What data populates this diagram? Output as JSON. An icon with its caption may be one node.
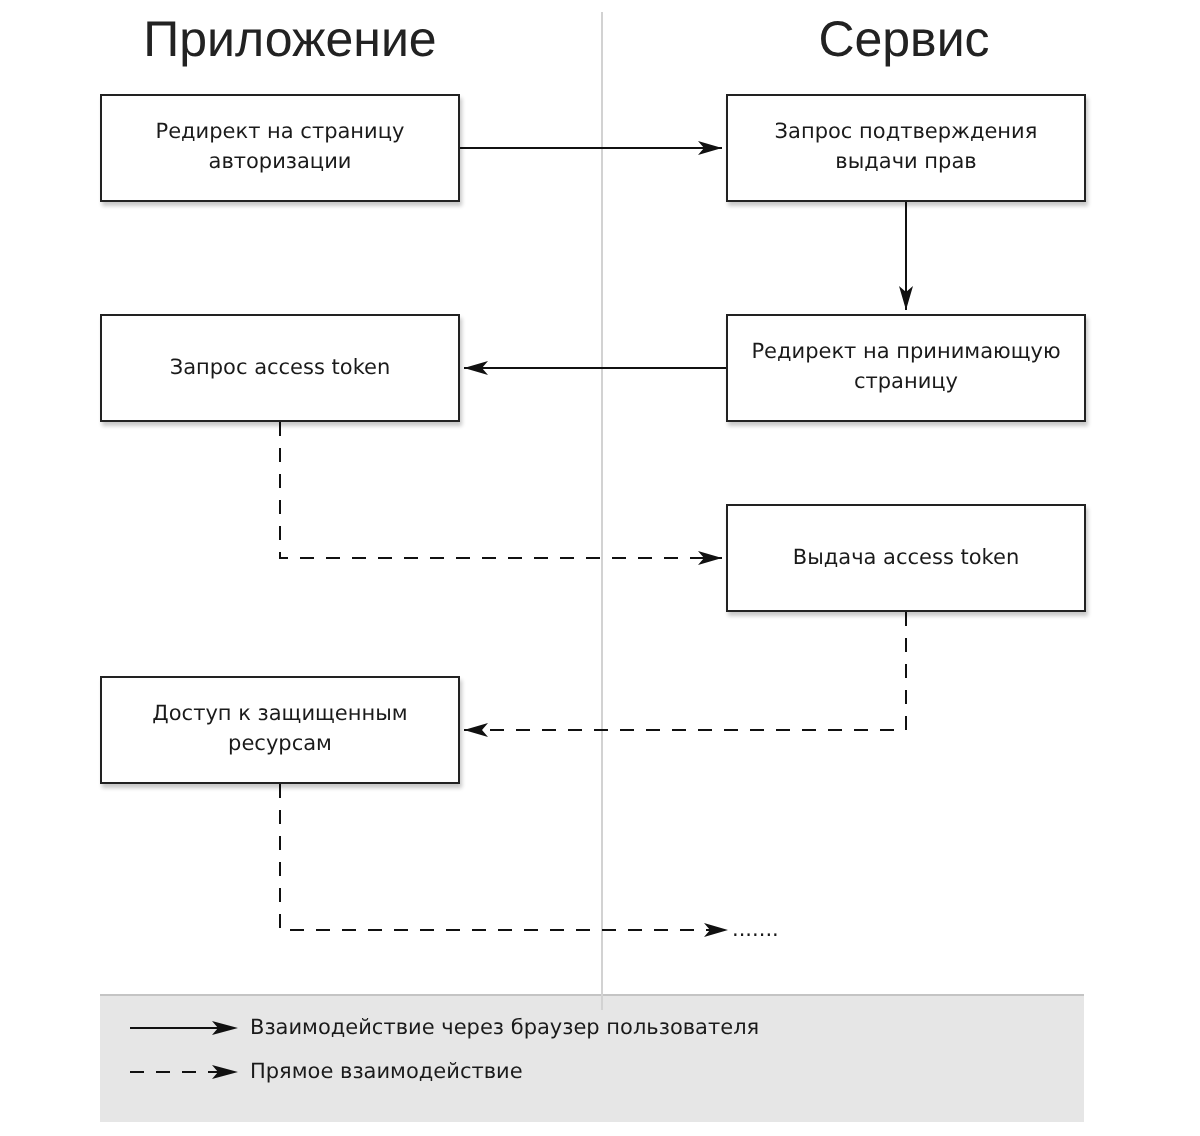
{
  "diagram": {
    "nodes": [
      {
        "text": [
          "Редирект на страницу авторизации"
        ]
      },
      {
        "text": [
          "Запрос подтверждения выдачи прав"
        ]
      },
      {
        "text": [
          "Запрос access token"
        ]
      },
      {
        "text": [
          "Редирект на принимающую страницу"
        ]
      },
      {
        "text": [
          "Выдача access token"
        ]
      },
      {
        "text": [
          "Доступ к защищенным ресурсам"
        ]
      },
      {
        "text": [
          "......."
        ]
      }
    ],
    "edges": [
      {
        "from": 0,
        "to": 1,
        "arrow": "to"
      },
      {
        "from": 1,
        "to": 3,
        "arrow": "to"
      },
      {
        "from": 3,
        "to": 2,
        "arrow": "to"
      },
      {
        "from": 2,
        "to": 4,
        "arrow": "to",
        "style": "dashed"
      },
      {
        "from": 4,
        "to": 5,
        "arrow": "to",
        "style": "dashed"
      },
      {
        "from": 5,
        "to": 6,
        "arrow": "to",
        "style": "dashed"
      }
    ],
    "labels": [
      "Приложение",
      "Сервис"
    ],
    "legend": [
      {
        "text": "Взаимодействие через браузер пользователя"
      },
      {
        "text": "Прямое взаимодействие"
      }
    ]
  }
}
